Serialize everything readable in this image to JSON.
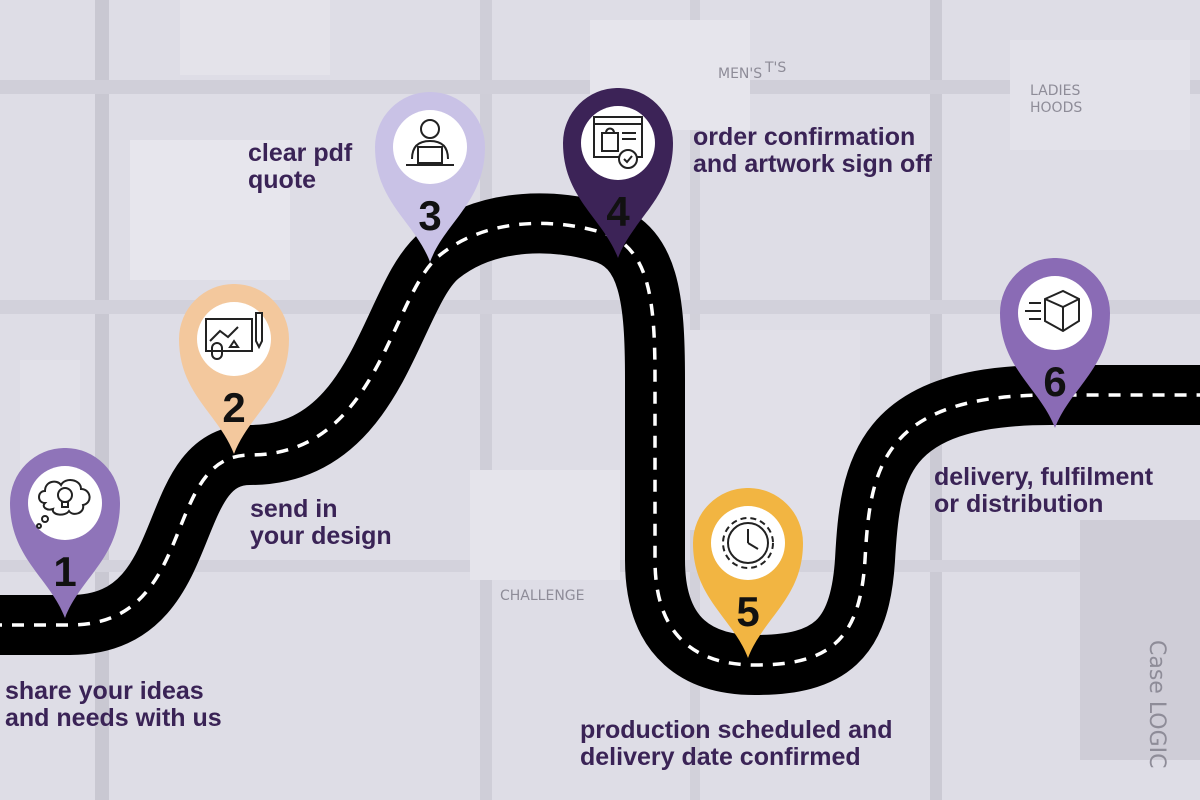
{
  "colors": {
    "road": "#000000",
    "dash": "#ffffff",
    "text": "#3a2356",
    "pin_purple_light": "#8f74b9",
    "pin_lavender": "#c9c2e6",
    "pin_dark_purple": "#3c2357",
    "pin_peach": "#f3c89d",
    "pin_orange": "#f2b542",
    "pin_purple": "#8a6bb5"
  },
  "steps": [
    {
      "number": "1",
      "icon": "lightbulb-thought-icon",
      "lines": [
        "share your ideas",
        "and needs with us"
      ]
    },
    {
      "number": "2",
      "icon": "design-tablet-icon",
      "lines": [
        "send in",
        "your design"
      ]
    },
    {
      "number": "3",
      "icon": "person-laptop-icon",
      "lines": [
        "clear pdf",
        "quote"
      ]
    },
    {
      "number": "4",
      "icon": "online-order-icon",
      "lines": [
        "order confirmation",
        "and artwork sign off"
      ]
    },
    {
      "number": "5",
      "icon": "clock-gear-icon",
      "lines": [
        "production scheduled and",
        "delivery date confirmed"
      ]
    },
    {
      "number": "6",
      "icon": "delivery-box-icon",
      "lines": [
        "delivery, fulfilment",
        "or distribution"
      ]
    }
  ],
  "background": {
    "lettering": [
      "MEN'S",
      "T'S",
      "LADIES",
      "HOODS",
      "CHALLENGE",
      "Case LOGIC"
    ]
  }
}
